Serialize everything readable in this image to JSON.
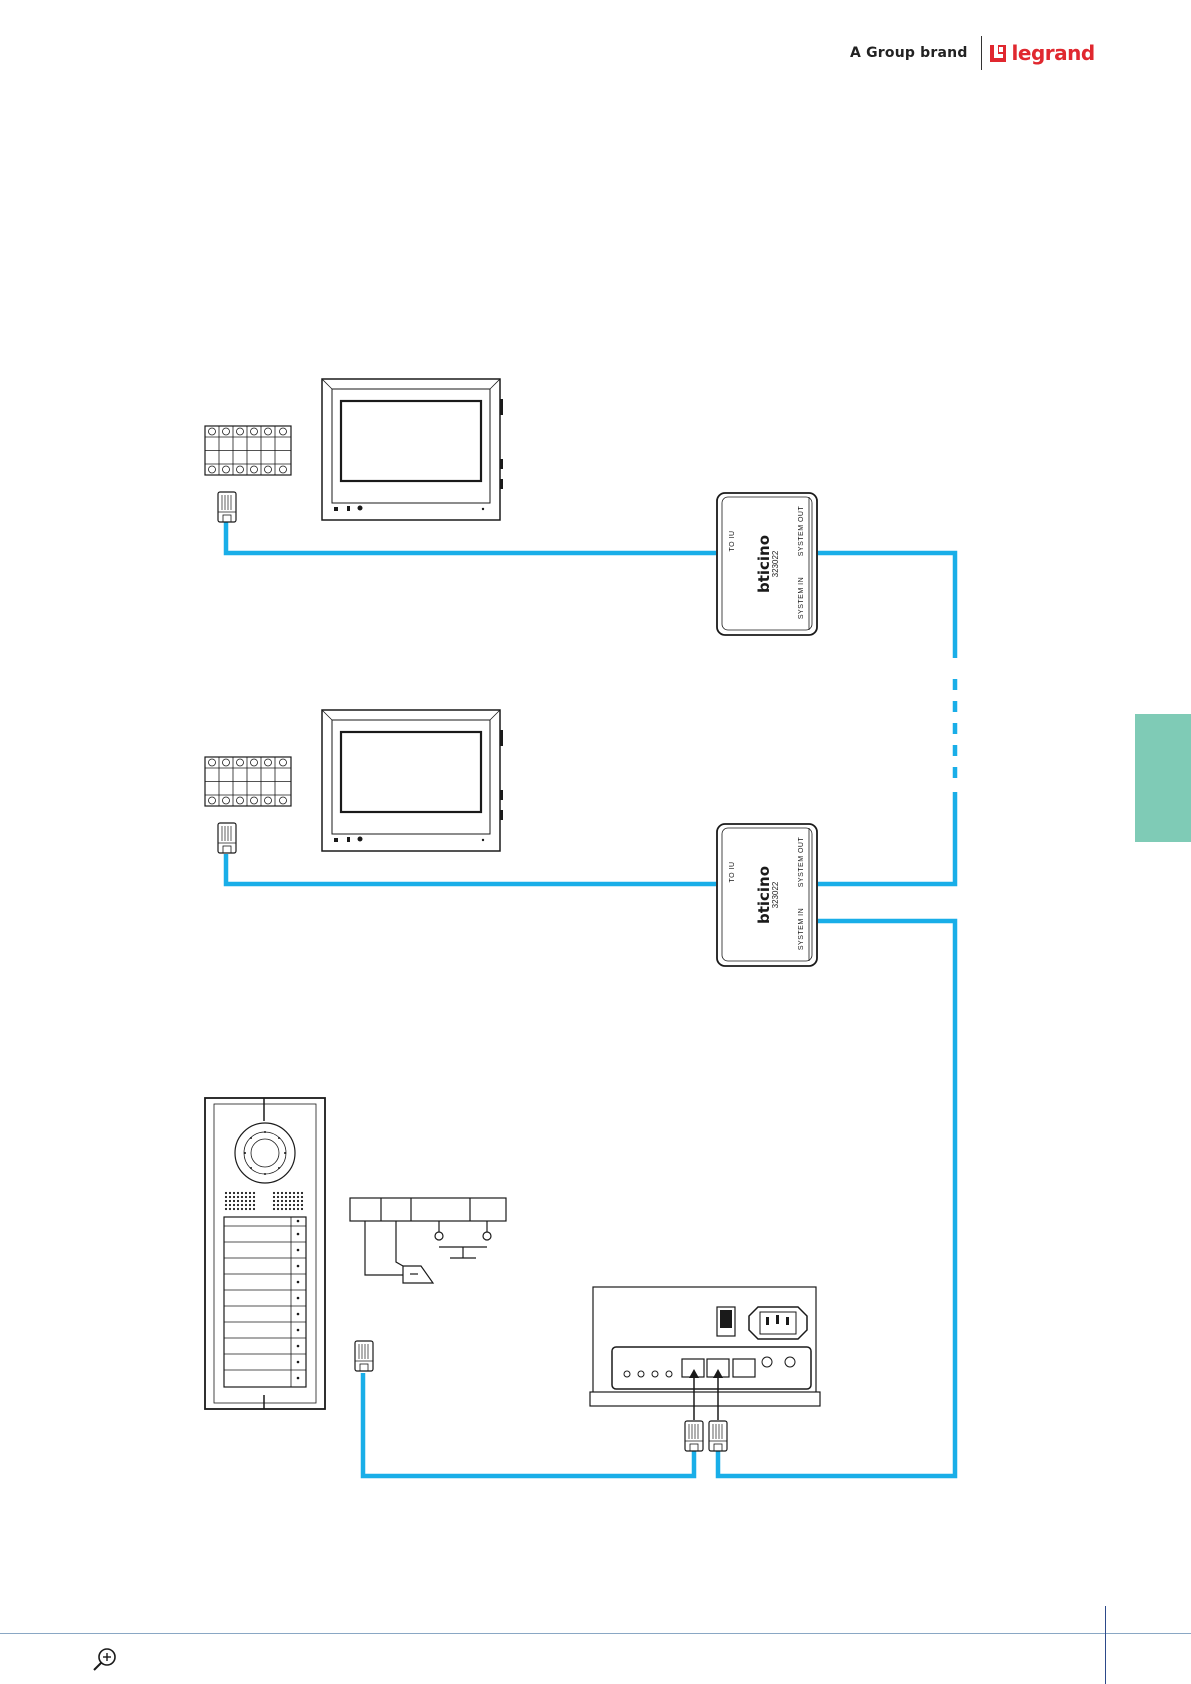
{
  "header": {
    "group_brand": "A Group brand",
    "logo_text": "legrand",
    "logo_color": "#e0282f"
  },
  "colors": {
    "cable": "#19aee8",
    "side_tab": "#7fcbb6",
    "line": "#1a1a1a"
  },
  "interface_units": [
    {
      "brand": "bticino",
      "code": "323022",
      "port_to": "TO IU",
      "port_out": "SYSTEM OUT",
      "port_in": "SYSTEM IN"
    },
    {
      "brand": "bticino",
      "code": "323022",
      "port_to": "TO IU",
      "port_out": "SYSTEM OUT",
      "port_in": "SYSTEM IN"
    }
  ],
  "footer": {
    "icon": "zoom-in-icon"
  }
}
